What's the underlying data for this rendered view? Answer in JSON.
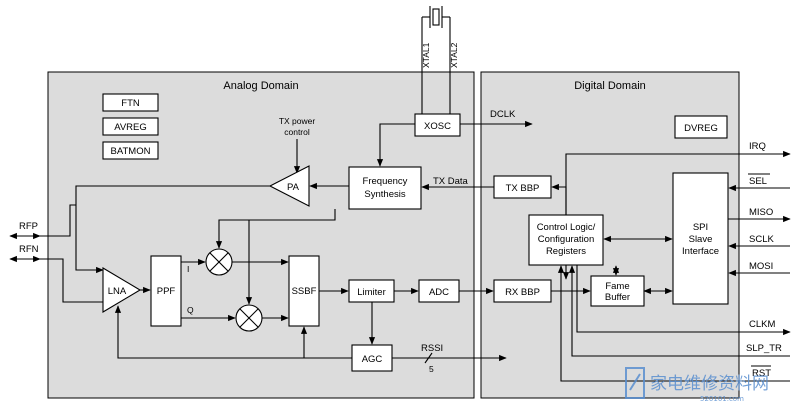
{
  "domains": {
    "analog": "Analog Domain",
    "digital": "Digital Domain"
  },
  "crystal": {
    "xtal1": "XTAL1",
    "xtal2": "XTAL2"
  },
  "blocks": {
    "ftn": "FTN",
    "avreg": "AVREG",
    "batmon": "BATMON",
    "xosc": "XOSC",
    "dvreg": "DVREG",
    "pa": "PA",
    "freq_synth_line1": "Frequency",
    "freq_synth_line2": "Synthesis",
    "tx_bbp": "TX BBP",
    "rx_bbp": "RX BBP",
    "lna": "LNA",
    "ppf": "PPF",
    "ssbf": "SSBF",
    "limiter": "Limiter",
    "adc": "ADC",
    "agc": "AGC",
    "ctrl_line1": "Control Logic/",
    "ctrl_line2": "Configuration",
    "ctrl_line3": "Registers",
    "frame_line1": "Fame",
    "frame_line2": "Buffer",
    "spi_line1": "SPI",
    "spi_line2": "Slave",
    "spi_line3": "Interface"
  },
  "labels": {
    "tx_power_line1": "TX power",
    "tx_power_line2": "control",
    "dclk": "DCLK",
    "tx_data": "TX Data",
    "i": "I",
    "q": "Q",
    "rssi": "RSSI",
    "rssi_bus": "5"
  },
  "pins": {
    "rfp": "RFP",
    "rfn": "RFN",
    "irq": "IRQ",
    "sel": "SEL",
    "miso": "MISO",
    "sclk": "SCLK",
    "mosi": "MOSI",
    "clkm": "CLKM",
    "slp_tr": "SLP_TR",
    "rst": "RST"
  },
  "watermark": {
    "main": "家电维修资料网",
    "sub": "520101.com"
  }
}
